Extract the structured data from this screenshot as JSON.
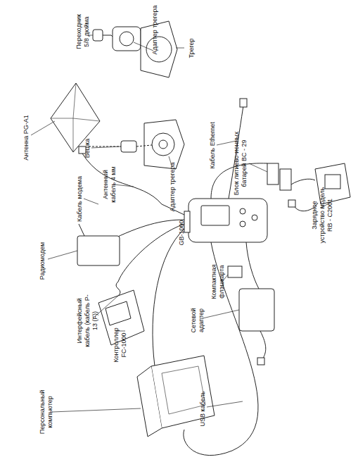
{
  "diagram": {
    "labels": [
      "Переходник 5/8 дюйма",
      "Адаптер трегера",
      "Трегер",
      "Антенна PG-A1",
      "Вешка",
      "Адаптер трегера",
      "Кабель Ethernet",
      "Блок литиево-ионных батарей BC - 29",
      "Антенный кабель 4 мм",
      "Кабель модема",
      "GB-1000",
      "Радиомодем",
      "Интерфейсный кабель (кабель P-13 (F))",
      "Контроллер FC-1000",
      "Компактная флэшкарта",
      "Сетевой адаптер",
      "Зарядное устройство модель RB - C2001",
      "Персональный компьютер",
      "USB кабель"
    ]
  }
}
